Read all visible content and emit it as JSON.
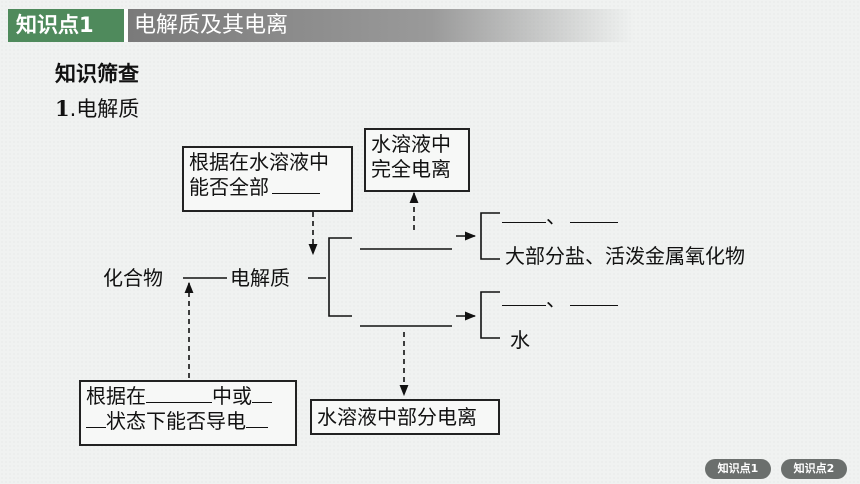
{
  "header": {
    "tag": "知识点1",
    "title": "电解质及其电离"
  },
  "section_title": "知识筛查",
  "subsection": {
    "number": "1",
    "title": ".电解质"
  },
  "diagram": {
    "box_top_left_line1": "根据在水溶液中",
    "box_top_left_line2": "能否全部",
    "box_top_right_line1": "水溶液中",
    "box_top_right_line2": "完全电离",
    "node_compound": "化合物",
    "node_electrolyte": "电解质",
    "upper_separator": "、",
    "upper_examples": "大部分盐、活泼金属氧化物",
    "lower_separator": "、",
    "lower_example": "水",
    "box_bottom_left_line1_a": "根据在",
    "box_bottom_left_line1_b": "中或",
    "box_bottom_left_line2": "状态下能否导电",
    "box_bottom_right": "水溶液中部分电离"
  },
  "nav": {
    "btn1": "知识点1",
    "btn2": "知识点2"
  }
}
